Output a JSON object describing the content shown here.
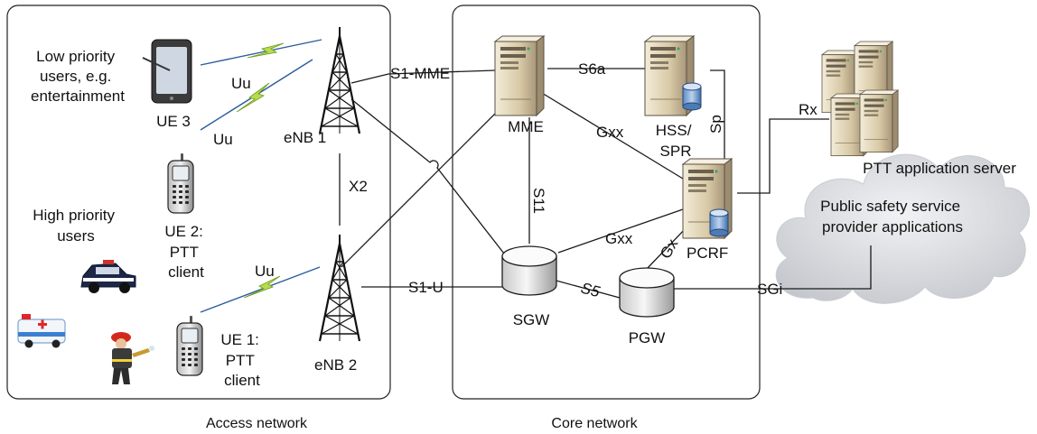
{
  "regions": {
    "access": "Access network",
    "core": "Core network"
  },
  "nodes": {
    "enb1": "eNB 1",
    "enb2": "eNB 2",
    "mme": "MME",
    "hss": [
      "HSS/",
      "SPR"
    ],
    "pcrf": "PCRF",
    "sgw": "SGW",
    "pgw": "PGW",
    "ptt_server": "PTT application server",
    "ps_apps": [
      "Public safety service",
      "provider applications"
    ]
  },
  "ues": {
    "ue3": "UE 3",
    "ue2": [
      "UE 2:",
      "PTT",
      "client"
    ],
    "ue1": [
      "UE 1:",
      "PTT",
      "client"
    ]
  },
  "user_groups": {
    "low": [
      "Low priority",
      "users, e.g.",
      "entertainment"
    ],
    "high": [
      "High priority",
      "users"
    ]
  },
  "interfaces": {
    "uu": "Uu",
    "x2": "X2",
    "s1_mme": "S1-MME",
    "s6a": "S6a",
    "sp": "Sp",
    "gxx": "Gxx",
    "s11": "S11",
    "gx": "Gx",
    "s1_u": "S1-U",
    "s5": "S5",
    "sgi": "SGi",
    "rx": "Rx"
  },
  "icons": [
    "tablet-icon",
    "phone-icon",
    "cell-tower-icon",
    "server-icon",
    "database-icon",
    "cloud-icon",
    "police-car-icon",
    "ambulance-icon",
    "firefighter-icon",
    "lightning-icon"
  ],
  "colors": {
    "radio_link": "#8dc63f",
    "radio_link_dark": "#2b5d9b",
    "server": "#d9ccb0",
    "cloud": "#d4d6da",
    "cylinder": "#e8e8e8"
  }
}
